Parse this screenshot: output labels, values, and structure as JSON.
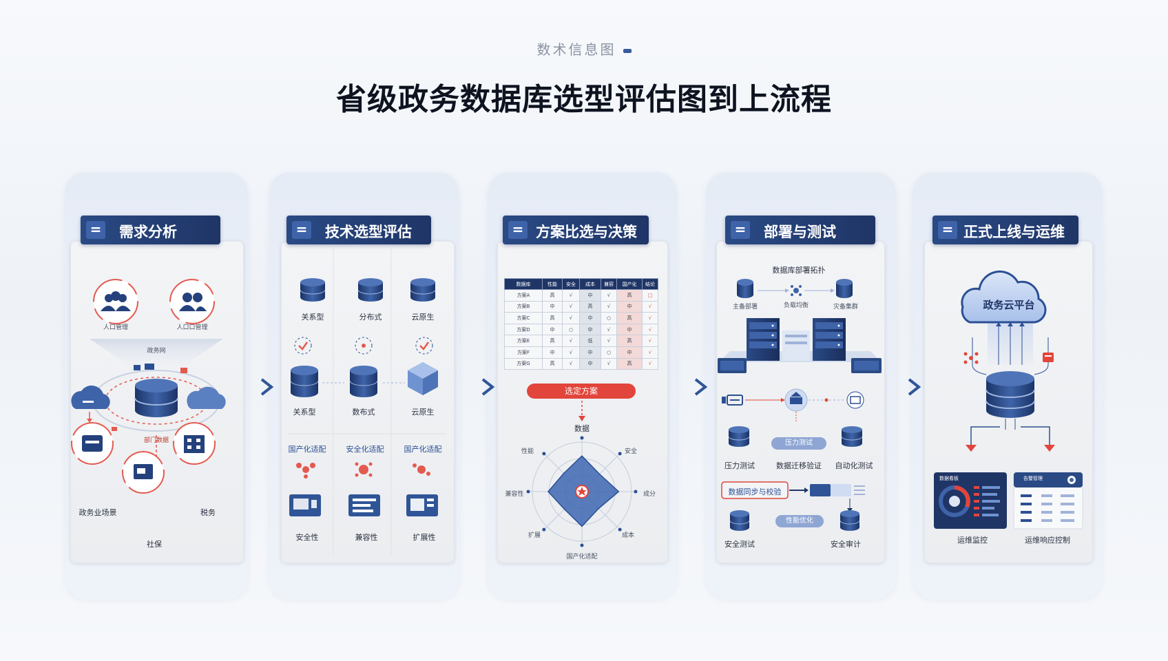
{
  "header": {
    "subtitle": "数术信息图",
    "title": "省级政务数据库选型评估图到上流程"
  },
  "stages": [
    {
      "label": "需求分析"
    },
    {
      "label": "技术选型评估"
    },
    {
      "label": "方案比选与决策"
    },
    {
      "label": "部署与测试"
    },
    {
      "label": "正式上线与运维"
    }
  ],
  "stage1": {
    "labels": {
      "people_a": "人口管理",
      "people_b": "人口口管理",
      "hub_top": "政务网",
      "hub_bottom": "部门数据",
      "gov_scene": "政务业场景",
      "social": "社保",
      "tax": "税务"
    }
  },
  "stage2": {
    "row1": [
      "关系型",
      "分布式",
      "云原生"
    ],
    "row2": [
      "关系型",
      "数布式",
      "云原生"
    ],
    "row3": [
      "国产化适配",
      "安全化适配",
      "国产化适配"
    ],
    "row4": [
      "安全性",
      "兼容性",
      "扩展性"
    ]
  },
  "stage3": {
    "table": {
      "headers": [
        "数据库",
        "性能",
        "安全",
        "成本",
        "兼容",
        "国产化",
        "结论"
      ],
      "rows": [
        [
          "方案A",
          "高",
          "√",
          "中",
          "√",
          "高",
          "□"
        ],
        [
          "方案B",
          "中",
          "√",
          "高",
          "√",
          "中",
          "√"
        ],
        [
          "方案C",
          "高",
          "√",
          "中",
          "○",
          "高",
          "√"
        ],
        [
          "方案D",
          "中",
          "○",
          "中",
          "√",
          "中",
          "√"
        ],
        [
          "方案E",
          "高",
          "√",
          "低",
          "√",
          "高",
          "√"
        ],
        [
          "方案F",
          "中",
          "√",
          "中",
          "○",
          "中",
          "√"
        ],
        [
          "方案G",
          "高",
          "√",
          "中",
          "√",
          "高",
          "√"
        ]
      ]
    },
    "select_label": "选定方案",
    "radar": {
      "top": "数据",
      "top_left": "性能",
      "top_right": "安全",
      "left": "兼容性",
      "right": "成分",
      "bottom_left": "扩展",
      "bottom_right": "成本",
      "bottom": "国产化适配"
    }
  },
  "stage4": {
    "top_title": "数据库部署拓扑",
    "left_db": "主备部署",
    "right_db": "灾备集群",
    "mid_small": "负载均衡",
    "pressure": "压力测试",
    "migration": "数据迁移验证",
    "auto": "自动化测试",
    "mid_pill": "压力测试",
    "flow_label": "数据同步与校验",
    "perf_pill": "性能优化",
    "safety": "安全测试",
    "audit": "安全审计"
  },
  "stage5": {
    "cloud": "政务云平台",
    "monitor": "运维监控",
    "response": "运维响应控制",
    "card_a_title": "数据看板",
    "card_b_title": "告警管理"
  },
  "colors": {
    "navy": "#1f3566",
    "blue": "#3e63a8",
    "red": "#e2453b"
  }
}
